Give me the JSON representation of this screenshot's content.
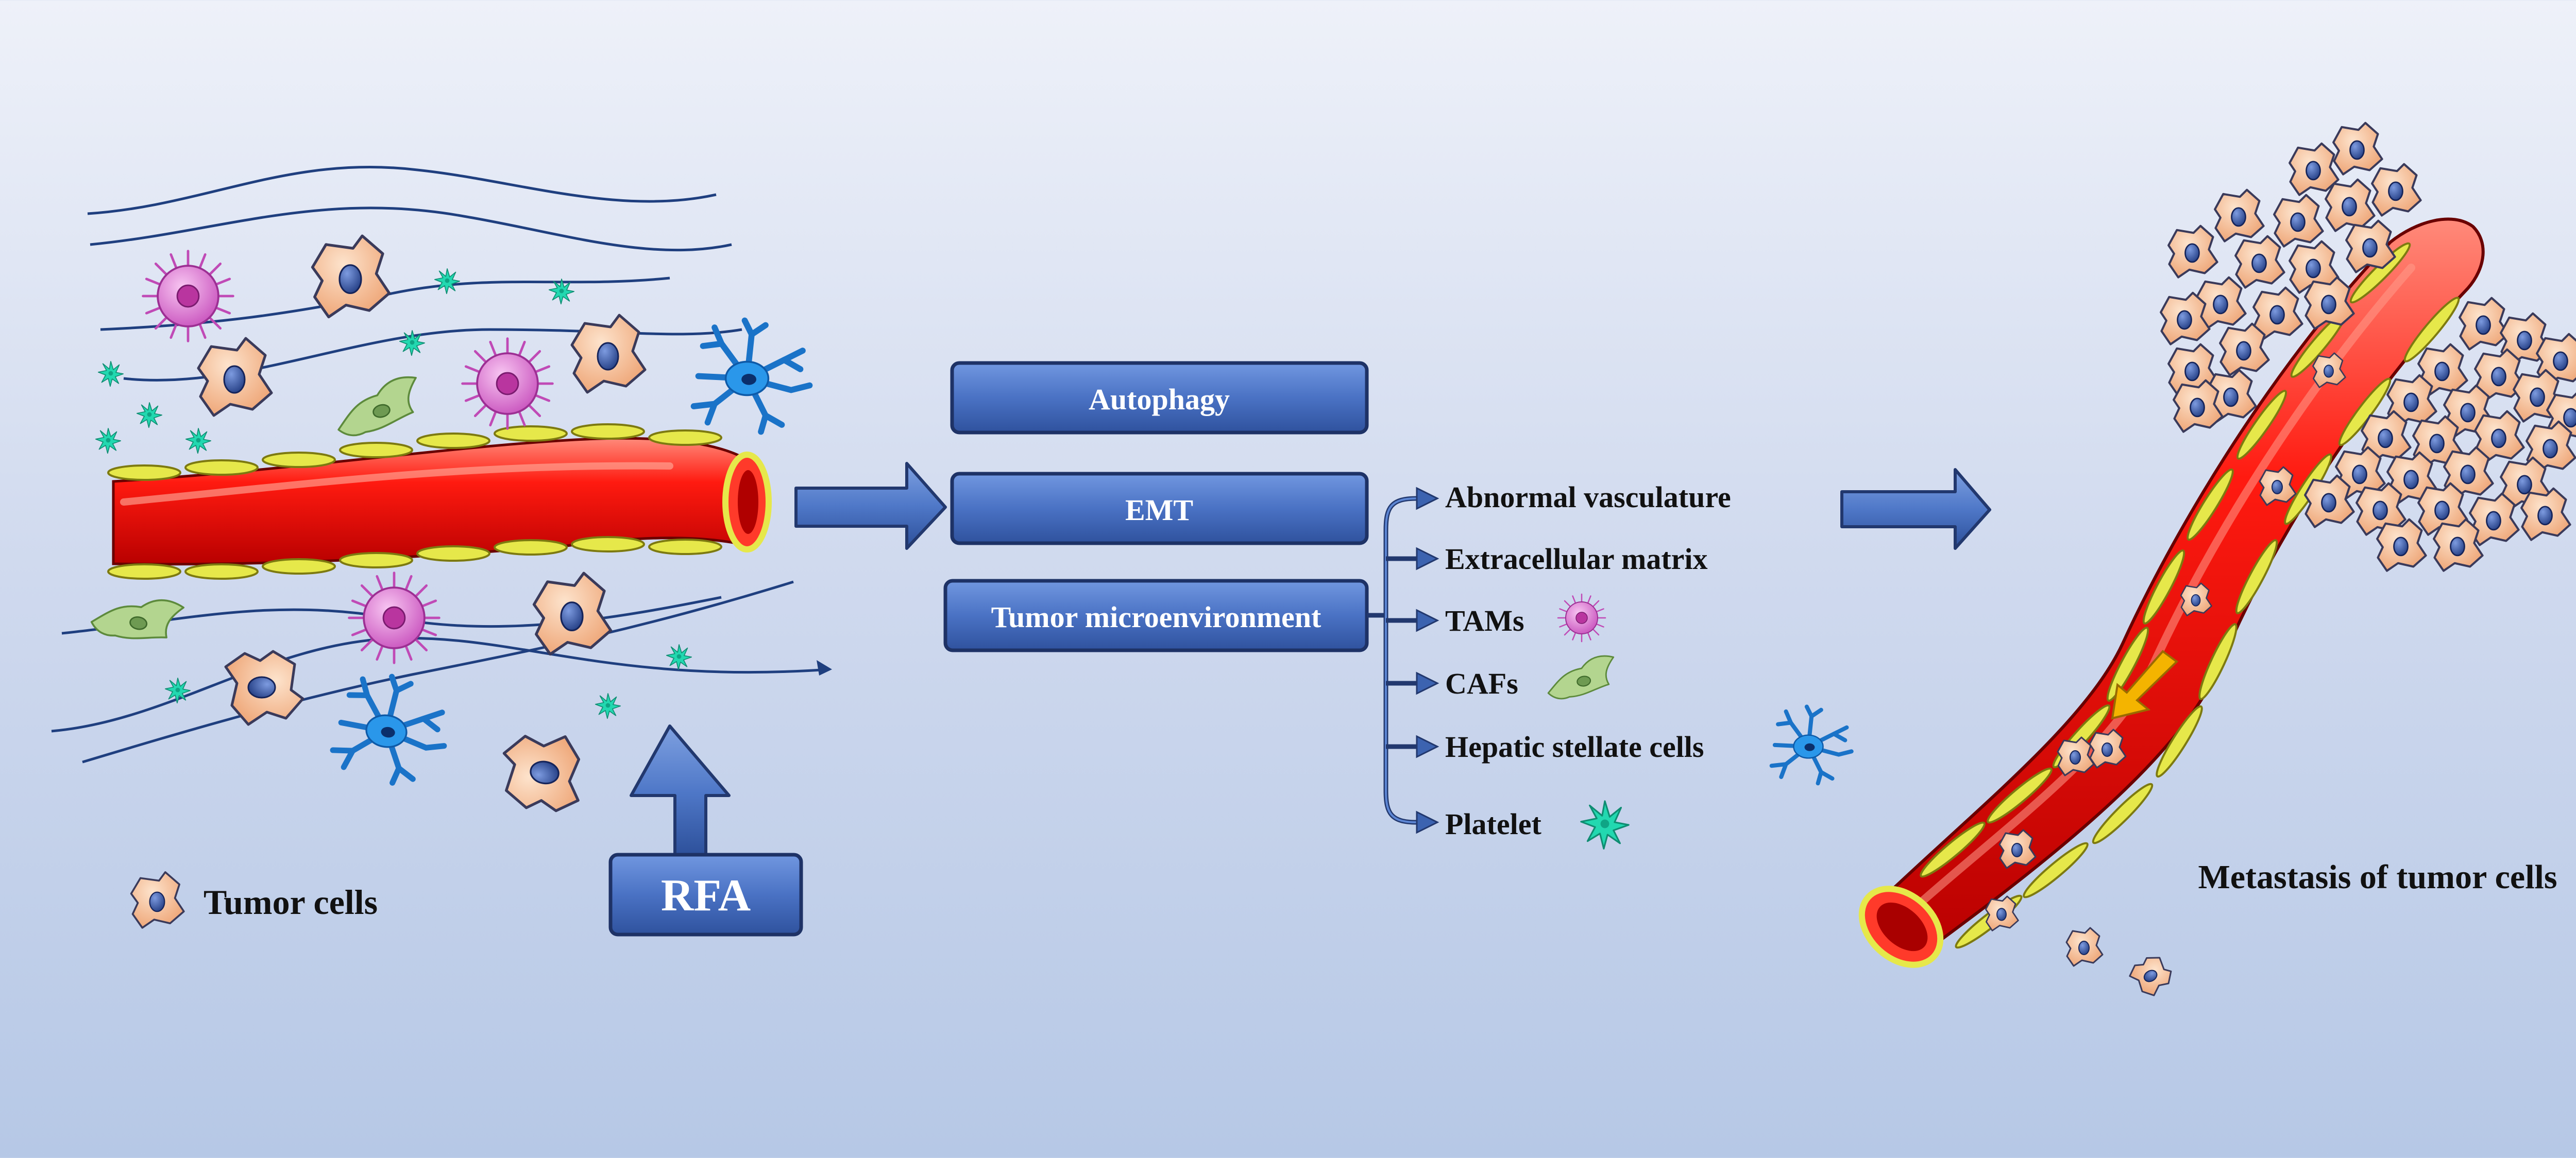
{
  "legend": {
    "tumor_cells_label": "Tumor cells"
  },
  "rfa": {
    "label": "RFA"
  },
  "processes": {
    "autophagy": "Autophagy",
    "emt": "EMT",
    "tumor_microenvironment": "Tumor microenvironment"
  },
  "microenvironment_items": [
    {
      "label": "Abnormal vasculature",
      "icon": "none"
    },
    {
      "label": "Extracellular matrix",
      "icon": "none"
    },
    {
      "label": "TAMs",
      "icon": "macrophage-icon"
    },
    {
      "label": "CAFs",
      "icon": "fibroblast-icon"
    },
    {
      "label": "Hepatic stellate cells",
      "icon": "stellate-cell-icon"
    },
    {
      "label": "Platelet",
      "icon": "platelet-icon"
    }
  ],
  "outcome": {
    "label": "Metastasis of tumor cells"
  },
  "colors": {
    "box_fill": "#4a72c4",
    "box_stroke": "#22386e",
    "arrow_fill": "#4f78c8",
    "vessel": "#ee1111",
    "endothelium": "#e6e84a",
    "tumor_cell": "#f6bf96",
    "nucleus": "#2f4f9e",
    "macrophage": "#e079d8",
    "fibroblast": "#a8cf86",
    "stellate": "#1e8fe0",
    "platelet": "#23d6b0",
    "fiber": "#1f3f7f"
  }
}
